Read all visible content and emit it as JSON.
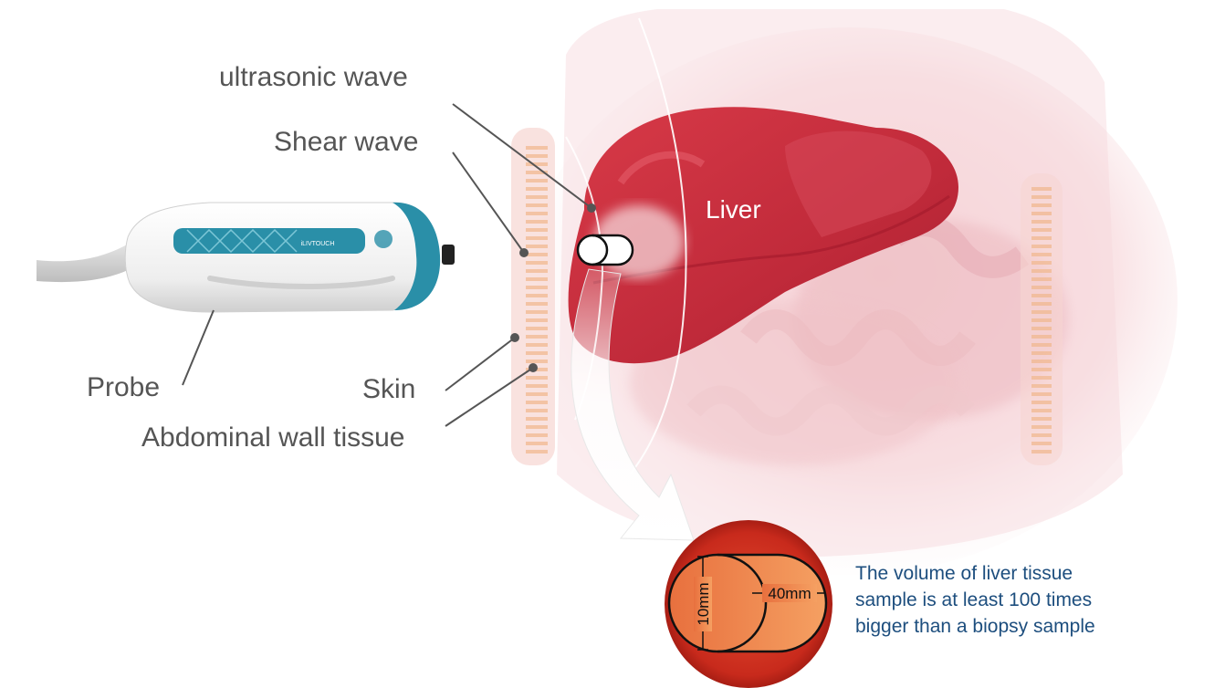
{
  "labels": {
    "ultrasonic_wave": "ultrasonic wave",
    "shear_wave": "Shear wave",
    "liver": "Liver",
    "probe": "Probe",
    "skin": "Skin",
    "abdominal_wall_tissue": "Abdominal wall tissue"
  },
  "probe_brand": "iLIVTOUCH",
  "sample": {
    "length": "40mm",
    "diameter": "10mm"
  },
  "caption_lines": [
    "The volume of liver tissue",
    "sample is at least 100 times",
    "bigger than a biopsy sample"
  ],
  "colors": {
    "liver": "#c8303f",
    "sample_outer": "#c2261c",
    "sample_inner": "#f08c50",
    "caption": "#1d4e7e",
    "probe_accent": "#2a8fa8"
  }
}
